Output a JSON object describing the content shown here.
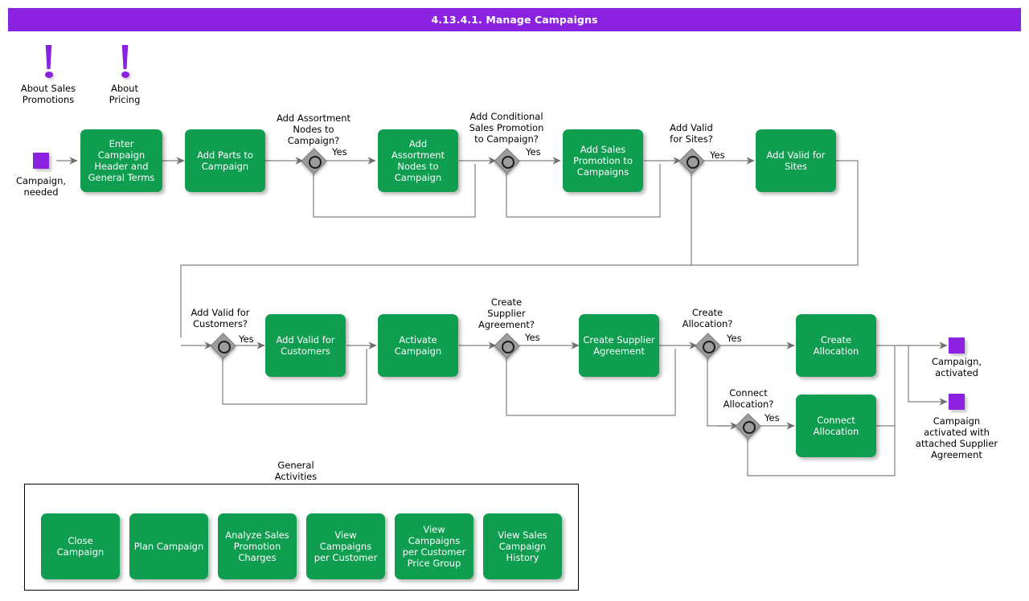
{
  "header": {
    "title": "4.13.4.1. Manage Campaigns"
  },
  "colors": {
    "brand_purple": "#8B22E0",
    "task_green": "#0F9D4F",
    "gateway_gray": "#9C9C9C",
    "connector": "#808080",
    "page_bg": "#FFFFFF"
  },
  "info_icons": [
    {
      "icon": "exclamation-icon",
      "label": "About Sales\nPromotions"
    },
    {
      "icon": "exclamation-icon",
      "label": "About\nPricing"
    }
  ],
  "events": [
    {
      "name": "start-campaign-needed",
      "label": "Campaign,\nneeded"
    },
    {
      "name": "end-campaign-activated",
      "label": "Campaign,\nactivated"
    },
    {
      "name": "end-campaign-activated-supplier",
      "label": "Campaign\nactivated with\nattached Supplier\nAgreement"
    }
  ],
  "tasks": [
    {
      "name": "task-enter-campaign-header",
      "label": "Enter Campaign\nHeader and\nGeneral Terms"
    },
    {
      "name": "task-add-parts-to-campaign",
      "label": "Add Parts to\nCampaign"
    },
    {
      "name": "task-add-assortment-nodes",
      "label": "Add Assortment\nNodes to\nCampaign"
    },
    {
      "name": "task-add-sales-promotion",
      "label": "Add Sales\nPromotion to\nCampaigns"
    },
    {
      "name": "task-add-valid-for-sites",
      "label": "Add Valid for\nSites"
    },
    {
      "name": "task-add-valid-for-customers",
      "label": "Add Valid for\nCustomers"
    },
    {
      "name": "task-activate-campaign",
      "label": "Activate\nCampaign"
    },
    {
      "name": "task-create-supplier-agreement",
      "label": "Create Supplier\nAgreement"
    },
    {
      "name": "task-create-allocation",
      "label": "Create\nAllocation"
    },
    {
      "name": "task-connect-allocation",
      "label": "Connect\nAllocation"
    }
  ],
  "gateways": [
    {
      "name": "gateway-add-assortment-nodes",
      "label": "Add Assortment\nNodes to\nCampaign?",
      "yes": "Yes"
    },
    {
      "name": "gateway-add-conditional-sales-promotion",
      "label": "Add Conditional\nSales Promotion\nto Campaign?",
      "yes": "Yes"
    },
    {
      "name": "gateway-add-valid-for-sites",
      "label": "Add Valid\nfor Sites?",
      "yes": "Yes"
    },
    {
      "name": "gateway-add-valid-for-customers",
      "label": "Add Valid for\nCustomers?",
      "yes": "Yes"
    },
    {
      "name": "gateway-create-supplier-agreement",
      "label": "Create\nSupplier\nAgreement?",
      "yes": "Yes"
    },
    {
      "name": "gateway-create-allocation",
      "label": "Create\nAllocation?",
      "yes": "Yes"
    },
    {
      "name": "gateway-connect-allocation",
      "label": "Connect\nAllocation?",
      "yes": "Yes"
    }
  ],
  "general_activities": {
    "title": "General\nActivities",
    "items": [
      {
        "name": "task-close-campaign",
        "label": "Close Campaign"
      },
      {
        "name": "task-plan-campaign",
        "label": "Plan Campaign"
      },
      {
        "name": "task-analyze-sales-promotion-charges",
        "label": "Analyze Sales\nPromotion\nCharges"
      },
      {
        "name": "task-view-campaigns-per-customer",
        "label": "View Campaigns\nper Customer"
      },
      {
        "name": "task-view-campaigns-per-customer-price-group",
        "label": "View Campaigns\nper Customer\nPrice Group"
      },
      {
        "name": "task-view-sales-campaign-history",
        "label": "View Sales\nCampaign\nHistory"
      }
    ]
  }
}
